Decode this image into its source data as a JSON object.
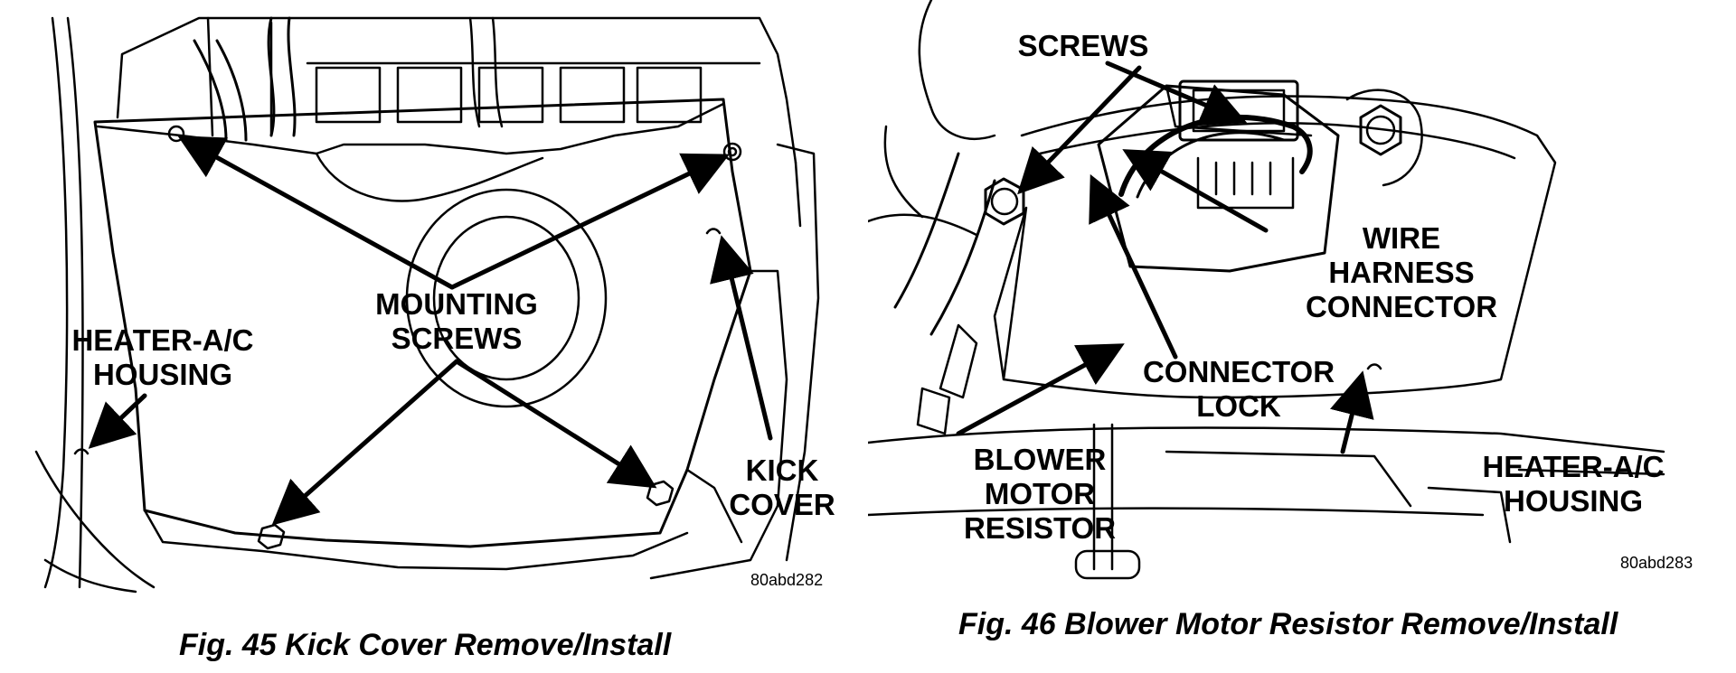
{
  "fig45": {
    "labels": {
      "mounting_screws": [
        "MOUNTING",
        "SCREWS"
      ],
      "heater_ac_housing": [
        "HEATER-A/C",
        "HOUSING"
      ],
      "kick_cover": [
        "KICK",
        "COVER"
      ]
    },
    "figure_id": "80abd282",
    "caption": "Fig. 45 Kick Cover Remove/Install"
  },
  "fig46": {
    "labels": {
      "screws": "SCREWS",
      "wire_harness_connector": [
        "WIRE",
        "HARNESS",
        "CONNECTOR"
      ],
      "connector_lock": [
        "CONNECTOR",
        "LOCK"
      ],
      "blower_motor_resistor": [
        "BLOWER",
        "MOTOR",
        "RESISTOR"
      ],
      "heater_ac_housing": [
        "HEATER-A/C",
        "HOUSING"
      ]
    },
    "figure_id": "80abd283",
    "caption": "Fig. 46 Blower Motor Resistor Remove/Install"
  }
}
